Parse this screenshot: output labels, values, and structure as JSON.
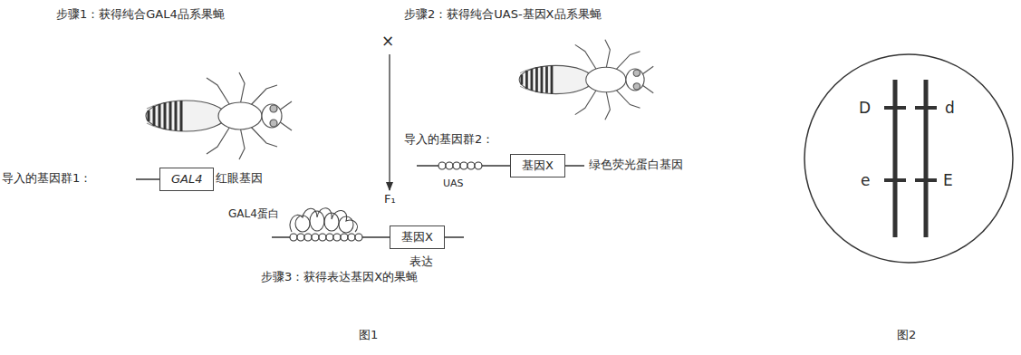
{
  "diagram": {
    "nodes": [
      {
        "text": [
          "GAL4"
        ]
      },
      {
        "text": [
          "基因X"
        ]
      },
      {
        "text": [
          "基因X"
        ]
      },
      {
        "text": [
          "D",
          "d",
          "e",
          "E"
        ]
      }
    ],
    "labels": [
      "步骤1：获得纯合GAL4品系果蝇",
      "×",
      "步骤2：获得纯合UAS-基因X品系果蝇",
      "导入的基因群1：",
      "红眼基因",
      "导入的基因群2：",
      "UAS",
      "绿色荧光蛋白基因",
      "F₁",
      "GAL4蛋白",
      "表达",
      "步骤3：获得表达基因X的果蝇",
      "图1",
      "图2"
    ]
  }
}
